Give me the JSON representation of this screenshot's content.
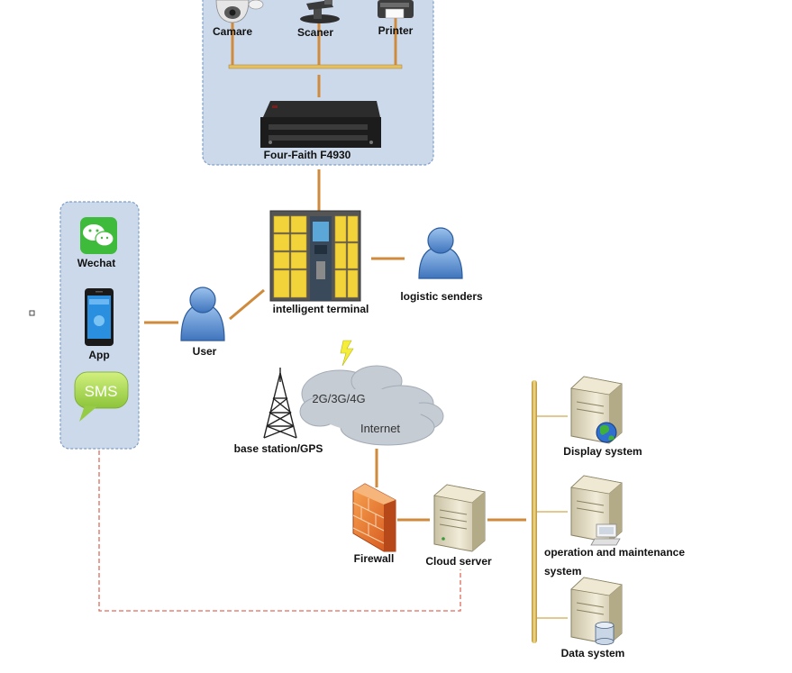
{
  "devices": {
    "camera": "Camare",
    "scanner": "Scaner",
    "printer": "Printer",
    "router": "Four-Faith F4930"
  },
  "client_channels": {
    "wechat": "Wechat",
    "app": "App",
    "sms_icon_text": "SMS"
  },
  "nodes": {
    "user": "User",
    "terminal": "intelligent terminal",
    "senders": "logistic senders",
    "base_station": "base station/GPS",
    "network_line1": "2G/3G/4G",
    "network_line2": "Internet",
    "firewall": "Firewall",
    "cloud_server": "Cloud server"
  },
  "systems": {
    "display": "Display system",
    "ops_line1": "operation and maintenance",
    "ops_line2": "system",
    "data": "Data system"
  },
  "colors": {
    "panel_fill": "#ccd9ea",
    "panel_border": "#7f9fc8",
    "link": "#cf8a3c",
    "dashed_link": "#e06a5a",
    "bus": "#d4b15a",
    "locker_yellow": "#f2d33a",
    "person_blue": "#5b8fd0"
  }
}
